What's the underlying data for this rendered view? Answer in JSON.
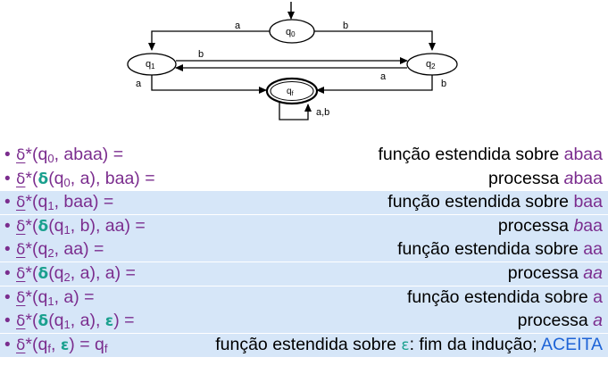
{
  "diagram": {
    "states": [
      {
        "id": "q0",
        "label": "q",
        "sub": "0"
      },
      {
        "id": "q1",
        "label": "q",
        "sub": "1"
      },
      {
        "id": "q2",
        "label": "q",
        "sub": "2"
      },
      {
        "id": "qf",
        "label": "q",
        "sub": "f"
      }
    ],
    "transitions": [
      {
        "from": "q0",
        "to": "q1",
        "label": "a"
      },
      {
        "from": "q0",
        "to": "q2",
        "label": "b"
      },
      {
        "from": "q1",
        "to": "q2",
        "label": "b"
      },
      {
        "from": "q2",
        "to": "q1",
        "label": "a"
      },
      {
        "from": "q1",
        "to": "qf",
        "label": "a"
      },
      {
        "from": "q2",
        "to": "qf",
        "label": "b"
      },
      {
        "from": "qf",
        "to": "qf",
        "label": "a,b"
      }
    ]
  },
  "rows": [
    {
      "delta": "δ",
      "star": "*",
      "f": {
        "pre": "(q",
        "sub": "0",
        "post": ", abaa) ="
      },
      "d": {
        "text": "função estendida sobre ",
        "word": "abaa"
      }
    },
    {
      "delta": "δ",
      "star": "*",
      "f": {
        "pre": "(",
        "inner": "δ",
        "mid": "(q",
        "sub": "0",
        "post": ", a), baa) ="
      },
      "d": {
        "text": "processa ",
        "w1": "a",
        "w2": "baa"
      }
    },
    {
      "delta": "δ",
      "star": "*",
      "f": {
        "pre": "(q",
        "sub": "1",
        "post": ", baa) ="
      },
      "d": {
        "text": "função estendida sobre ",
        "word": "baa"
      }
    },
    {
      "delta": "δ",
      "star": "*",
      "f": {
        "pre": "(",
        "inner": "δ",
        "mid": "(q",
        "sub": "1",
        "post": ", b), aa) ="
      },
      "d": {
        "text": "processa ",
        "w1": "b",
        "w2": "aa"
      }
    },
    {
      "delta": "δ",
      "star": "*",
      "f": {
        "pre": "(q",
        "sub": "2",
        "post": ", aa) ="
      },
      "d": {
        "text": "função estendida sobre ",
        "word": "aa"
      }
    },
    {
      "delta": "δ",
      "star": "*",
      "f": {
        "pre": "(",
        "inner": "δ",
        "mid": "(q",
        "sub": "2",
        "post": ", a), a) ="
      },
      "d": {
        "text": "processa ",
        "w1": "a",
        "w2": "a"
      }
    },
    {
      "delta": "δ",
      "star": "*",
      "f": {
        "pre": "(q",
        "sub": "1",
        "post": ", a) ="
      },
      "d": {
        "text": "função estendida sobre ",
        "word": "a"
      }
    },
    {
      "delta": "δ",
      "star": "*",
      "f": {
        "pre": "(",
        "inner": "δ",
        "mid": "(q",
        "sub": "1",
        "post": ", a), ",
        "eps": "ε",
        "end": ") ="
      },
      "d": {
        "text": "processa ",
        "w1": "a"
      }
    },
    {
      "delta": "δ",
      "star": "*",
      "f": {
        "pre": "(q",
        "sub": "f",
        "post": ", ",
        "eps": "ε",
        "end": ") = q",
        "sub2": "f"
      },
      "d": {
        "text": "função estendida sobre ",
        "eps": "ε",
        "rest": ": fim da indução; ",
        "aceita": "ACEITA"
      }
    }
  ],
  "colors": {
    "purple": "#7b2d8e",
    "teal": "#1aa08e",
    "blue": "#1d63d6",
    "highlight": "#d6e6f8"
  }
}
